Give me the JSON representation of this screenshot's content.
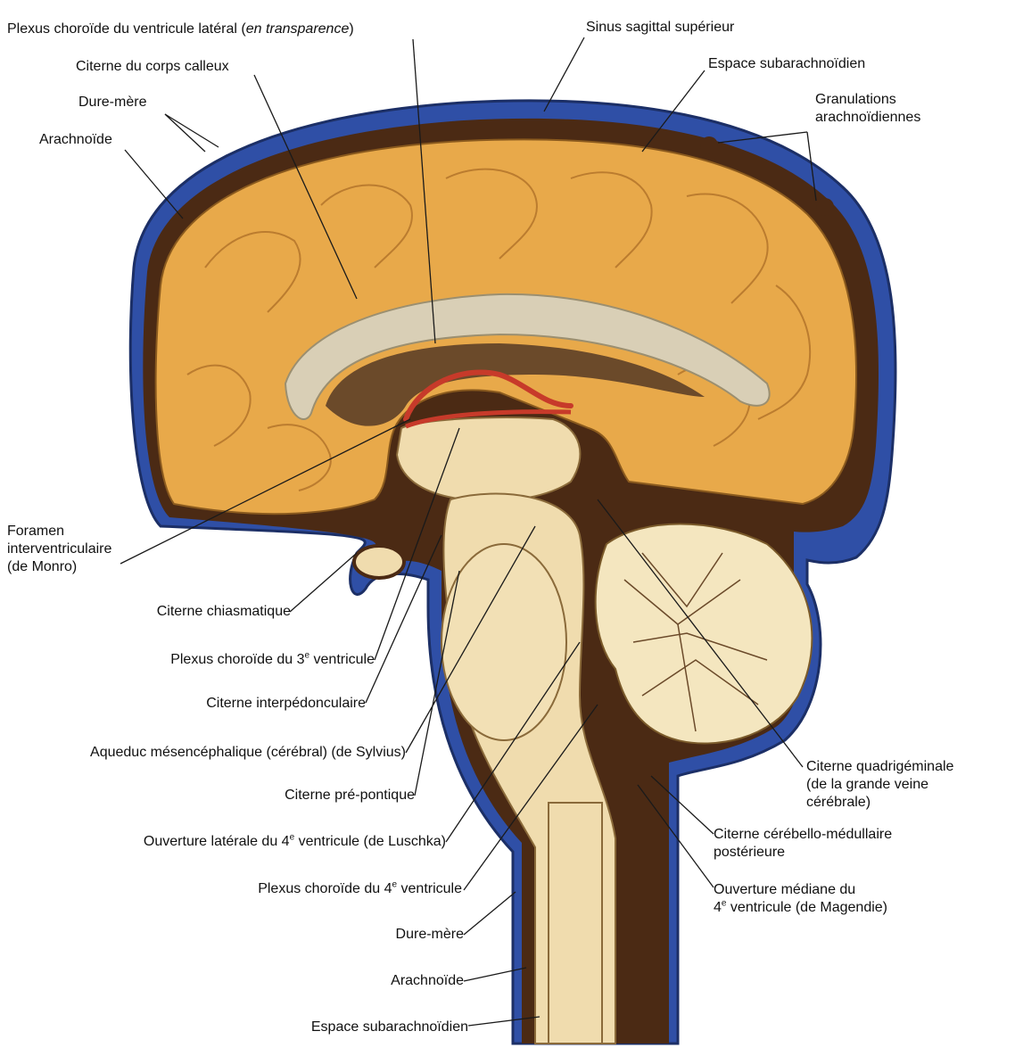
{
  "labels": {
    "plexus_lateral_main": "Plexus choroïde du ventricule latéral (",
    "plexus_lateral_italic": "en transparence",
    "plexus_lateral_close": ")",
    "sinus_sagittal": "Sinus sagittal supérieur",
    "citerne_corps_calleux": "Citerne du corps calleux",
    "espace_subarachnoidien_top": "Espace subarachnoïdien",
    "dure_mere_top": "Dure-mère",
    "granulations_line1": "Granulations",
    "granulations_line2": "arachnoïdiennes",
    "arachnoide_top": "Arachnoïde",
    "foramen_line1": "Foramen",
    "foramen_line2": "interventriculaire",
    "foramen_line3": "(de Monro)",
    "citerne_chiasmatique": "Citerne chiasmatique",
    "plexus_3e_a": "Plexus choroïde du 3",
    "plexus_3e_sup": "e",
    "plexus_3e_b": " ventricule",
    "citerne_interpedonculaire": "Citerne interpédonculaire",
    "aqueduc": "Aqueduc mésencéphalique (cérébral) (de Sylvius)",
    "citerne_prepontique": "Citerne pré-pontique",
    "ouverture_laterale_a": "Ouverture latérale du 4",
    "ouverture_laterale_sup": "e",
    "ouverture_laterale_b": " ventricule (de Luschka)",
    "plexus_4e_a": "Plexus choroïde du 4",
    "plexus_4e_sup": "e",
    "plexus_4e_b": " ventricule",
    "dure_mere_bottom": "Dure-mère",
    "arachnoide_bottom": "Arachnoïde",
    "espace_subarachnoidien_bottom": "Espace subarachnoïdien",
    "citerne_quadrigeminale_line1": "Citerne quadrigéminale",
    "citerne_quadrigeminale_line2": "(de la grande veine",
    "citerne_quadrigeminale_line3": "cérébrale)",
    "citerne_cerebello_line1": "Citerne cérébello-médullaire",
    "citerne_cerebello_line2": "postérieure",
    "ouverture_mediane_line1": "Ouverture médiane du",
    "ouverture_mediane_line2a": "4",
    "ouverture_mediane_line2sup": "e",
    "ouverture_mediane_line2b": " ventricule (de Magendie)"
  },
  "colors": {
    "dura_sinus": "#2f4fa6",
    "csf_space": "#4b2a14",
    "brain_cortex": "#e8a94a",
    "white_matter": "#f0dcae",
    "corpus_callosum": "#d9cfb6",
    "ventricle": "#6b4a2a",
    "choroid_plexus": "#c73a2a",
    "cerebellum": "#f4e6bf"
  }
}
